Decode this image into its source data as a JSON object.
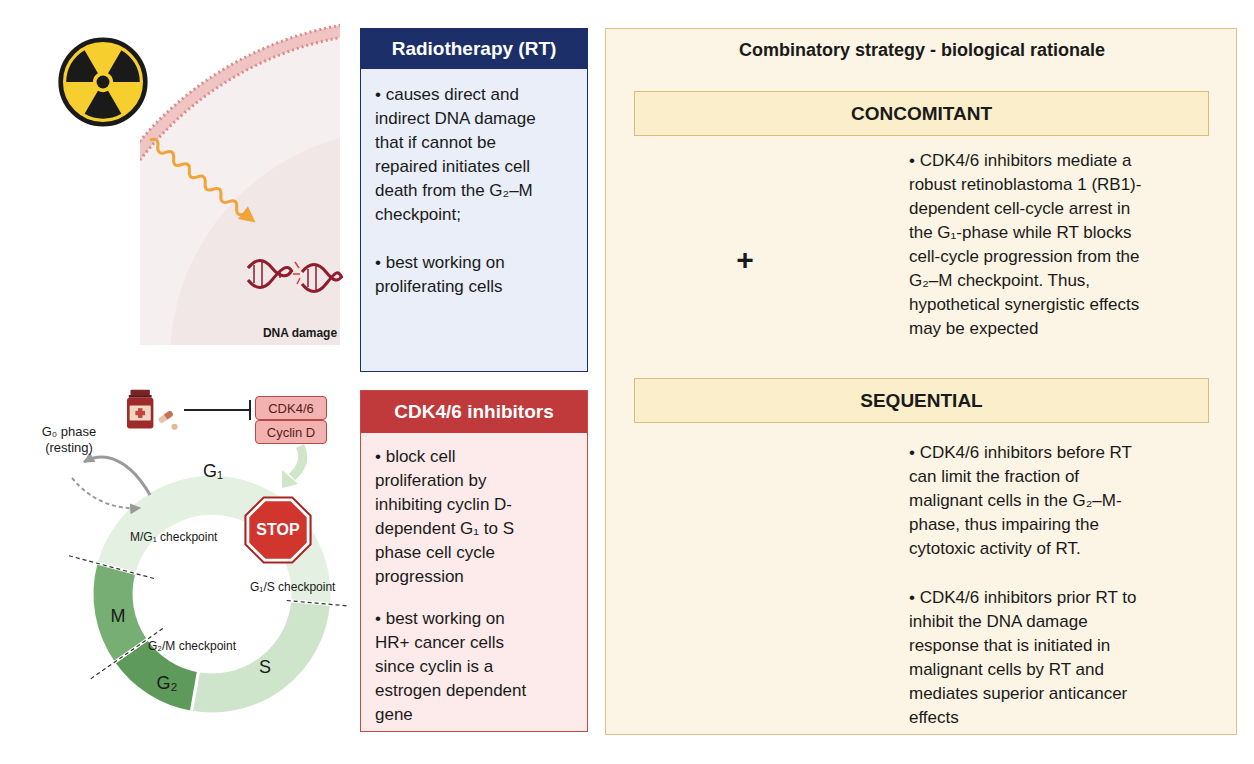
{
  "diagram": {
    "nodes": [
      {
        "text": [
          "Radiotherapy (RT)",
          "• causes direct and indirect DNA damage that if cannot be repaired initiates cell death from the G₂–M checkpoint;",
          "• best working on proliferating cells"
        ]
      },
      {
        "text": [
          "CDK4/6 inhibitors",
          "• block cell proliferation by inhibiting cyclin D-dependent G₁ to S phase cell cycle progression",
          "• best working on HR+ cancer cells since cyclin is a estrogen dependent gene"
        ]
      },
      {
        "text": [
          "Combinatory strategy - biological rationale",
          "• CDK4/6 inhibitors mediate a robust retinoblastoma 1 (RB1)-dependent cell-cycle arrest in the G₁-phase while RT blocks cell-cycle progression from the G₂–M checkpoint. Thus, hypothetical synergistic effects may be expected",
          "• CDK4/6 inhibitors before RT can limit the fraction of malignant cells in the G₂–M-phase, thus impairing the cytotoxic activity of RT.",
          "• CDK4/6 inhibitors prior RT to inhibit the DNA damage response that is initiated in malignant cells by RT and mediates superior anticancer effects"
        ]
      },
      {
        "text": [
          "CONCOMITANT"
        ],
        "in": 2
      },
      {
        "text": [
          "SEQUENTIAL"
        ],
        "in": 2
      },
      {
        "text": [
          "CDK4/6"
        ]
      },
      {
        "text": [
          "Cyclin D"
        ]
      },
      {
        "text": [
          "STOP"
        ]
      }
    ],
    "labels": [
      "DNA damage",
      "G₀ phase (resting)",
      "G₁",
      "M/G₁ checkpoint",
      "G₁/S checkpoint",
      "G₂/M checkpoint",
      "M",
      "S",
      "G₂",
      "+"
    ]
  }
}
